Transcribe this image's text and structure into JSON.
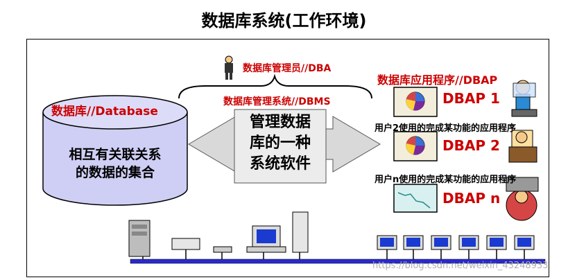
{
  "title": "数据库系统(工作环境)",
  "dba_label": "数据库管理员//DBA",
  "dbms_label": "数据库管理系统//DBMS",
  "db_label": "数据库//Database",
  "db_desc_line1": "相互有关联关系",
  "db_desc_line2": "的数据的集合",
  "dbms_box_line1": "管理数据",
  "dbms_box_line2": "库的一种",
  "dbms_box_line3": "系统软件",
  "dbap_header": "数据库应用程序//DBAP",
  "apps": [
    {
      "label": "DBAP 1",
      "desc": "用户2使用的完成某功能的应用程序"
    },
    {
      "label": "DBAP 2",
      "desc": "用户n使用的完成某功能的应用程序"
    },
    {
      "label": "DBAP n",
      "desc": ""
    }
  ],
  "watermark": "https://blog.csdn.net/weixin_43248933",
  "colors": {
    "red": "#cc0000",
    "cylinder": "#cfcff5",
    "arrow": "#d9d9d9",
    "network": "#2a2ad0"
  }
}
